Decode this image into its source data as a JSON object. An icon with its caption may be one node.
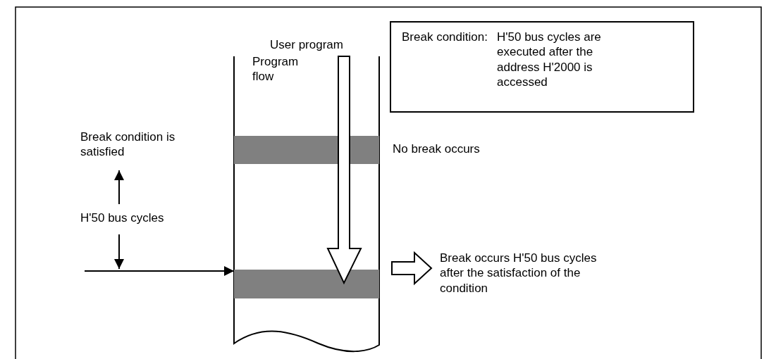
{
  "diagram": {
    "nodes": [
      {
        "text": [
          "User program",
          "Program flow"
        ]
      },
      {
        "text": [],
        "shape": "bar",
        "in": 0
      },
      {
        "text": [],
        "shape": "bar",
        "in": 0
      },
      {
        "text": [
          "Break condition:",
          "H'50 bus cycles are executed after the address H'2000 is accessed"
        ]
      },
      {
        "text": [
          "Break occurs H'50 bus cycles after the satisfaction of the condition"
        ]
      }
    ],
    "edges": [
      {
        "from": null,
        "to": 2,
        "arrow": "to"
      },
      {
        "from": null,
        "to": 4,
        "arrow": "to",
        "style": "thick"
      }
    ],
    "labels": [
      "No break occurs",
      "Break condition is satisfied",
      "H'50 bus cycles"
    ]
  }
}
